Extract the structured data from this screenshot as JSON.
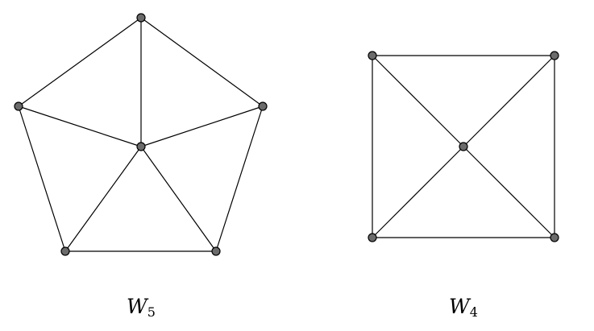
{
  "graphs": [
    {
      "id": "w5",
      "label_base": "W",
      "label_sub": "5"
    },
    {
      "id": "w4",
      "label_base": "W",
      "label_sub": "4"
    }
  ],
  "style": {
    "vertex_fill": "#6b6b6b",
    "edge_color": "#000000",
    "background": "#ffffff"
  }
}
